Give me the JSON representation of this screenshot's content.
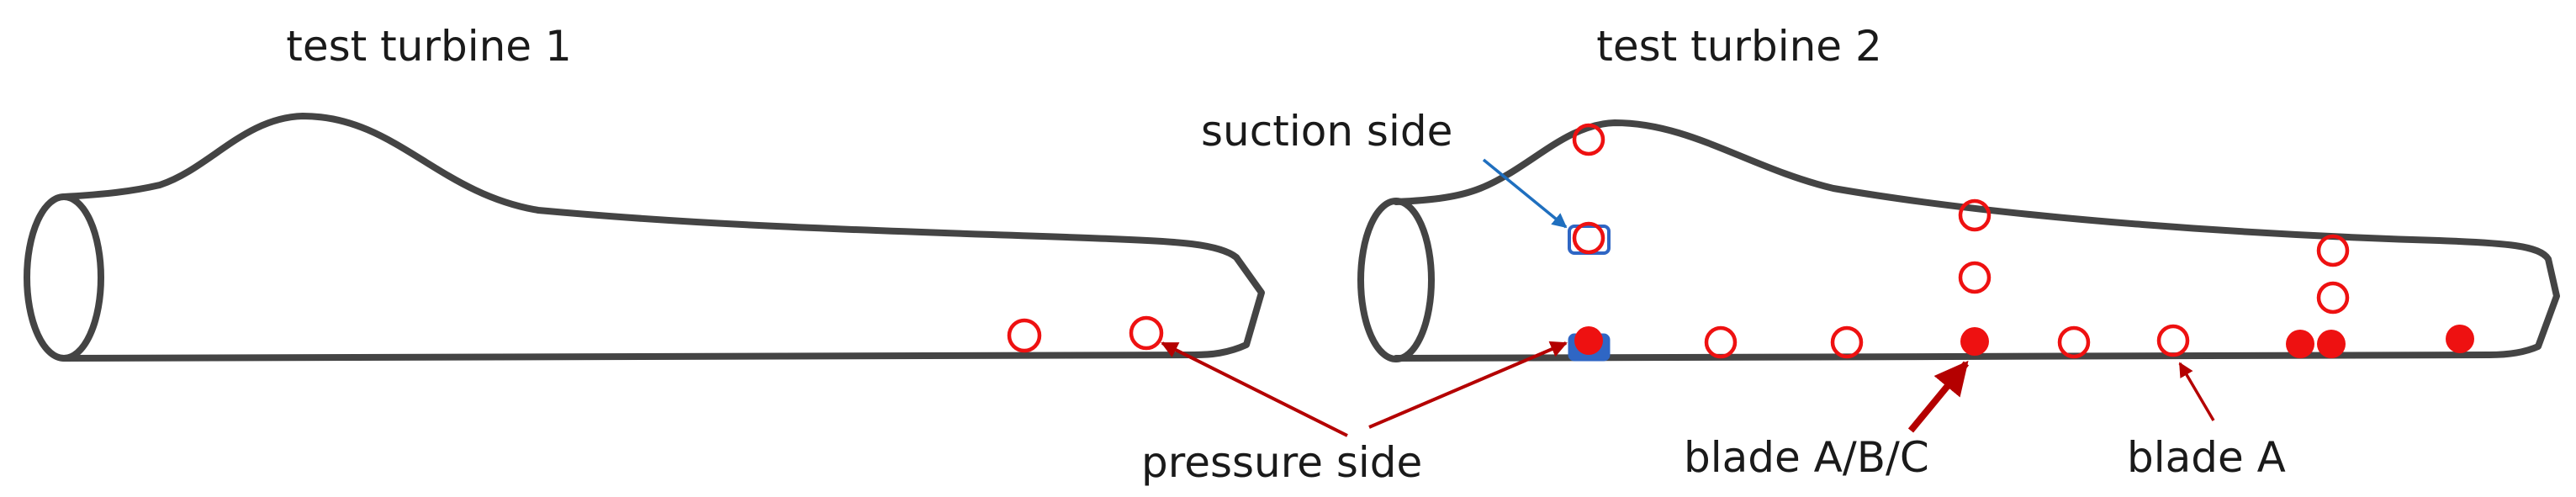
{
  "colors": {
    "outline": "#444444",
    "sensor": "#ee1111",
    "pressure_arrow": "#b40000",
    "suction_arrow": "#1f6fbf",
    "marker_box": "#2f66c4"
  },
  "turbine1": {
    "title": "test turbine 1",
    "pressure_label": "pressure side"
  },
  "turbine2": {
    "title": "test turbine 2",
    "suction_label": "suction side",
    "blade_abc_label": "blade A/B/C",
    "blade_a_label": "blade A"
  }
}
